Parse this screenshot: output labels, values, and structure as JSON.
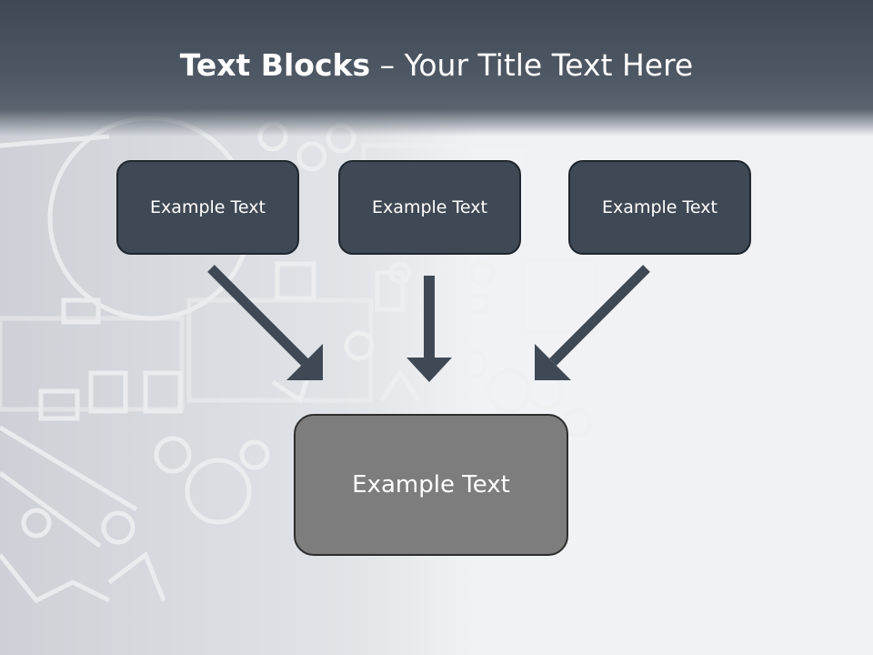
{
  "title": {
    "bold": "Text Blocks",
    "dash": " – ",
    "rest": "Your Title Text Here"
  },
  "blocks": [
    {
      "text": "Example Text"
    },
    {
      "text": "Example Text"
    },
    {
      "text": "Example Text"
    }
  ],
  "main_block": {
    "text": "Example Text"
  },
  "colors": {
    "header": "#4e5864",
    "block_fill": "#3f4955",
    "main_fill": "#7d7d7d",
    "arrow": "#3f4955"
  }
}
